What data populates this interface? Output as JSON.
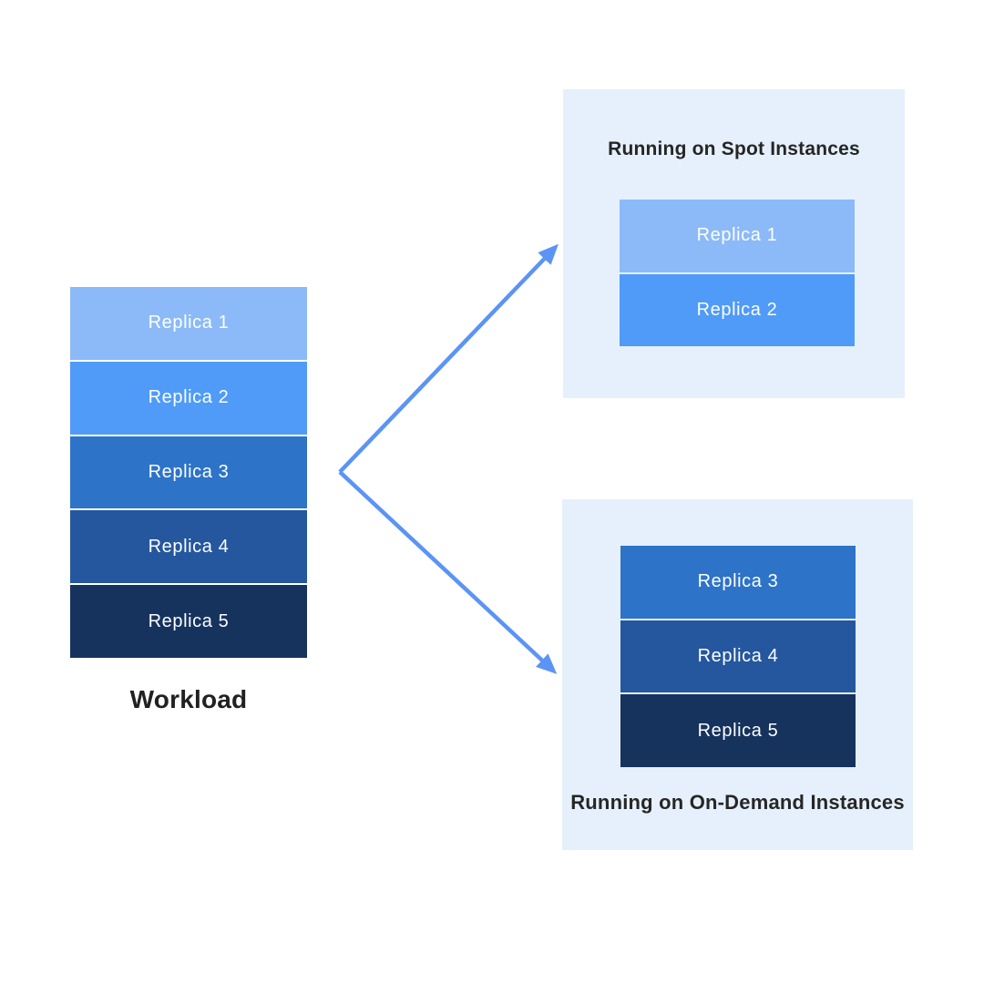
{
  "workload": {
    "label": "Workload",
    "replicas": [
      {
        "label": "Replica 1",
        "color": "#8CBAF8"
      },
      {
        "label": "Replica 2",
        "color": "#4F9BF7"
      },
      {
        "label": "Replica 3",
        "color": "#2D73C8"
      },
      {
        "label": "Replica 4",
        "color": "#24579E"
      },
      {
        "label": "Replica 5",
        "color": "#16335E"
      }
    ]
  },
  "spot_panel": {
    "title": "Running on Spot Instances",
    "replicas": [
      {
        "label": "Replica 1",
        "color": "#8CBAF8"
      },
      {
        "label": "Replica 2",
        "color": "#4F9BF7"
      }
    ]
  },
  "ondemand_panel": {
    "title": "Running on On-Demand Instances",
    "replicas": [
      {
        "label": "Replica 3",
        "color": "#2D73C8"
      },
      {
        "label": "Replica 4",
        "color": "#24579E"
      },
      {
        "label": "Replica 5",
        "color": "#16335E"
      }
    ]
  },
  "icons": {
    "arrow_up": "arrow-up-right-icon",
    "arrow_down": "arrow-down-right-icon"
  },
  "colors": {
    "canvas_bg": "#FFFFFF",
    "panel_bg": "#E6F0FC",
    "arrow": "#5B94F4",
    "heading_text": "#262626",
    "replica_text": "#FDFEFF"
  }
}
